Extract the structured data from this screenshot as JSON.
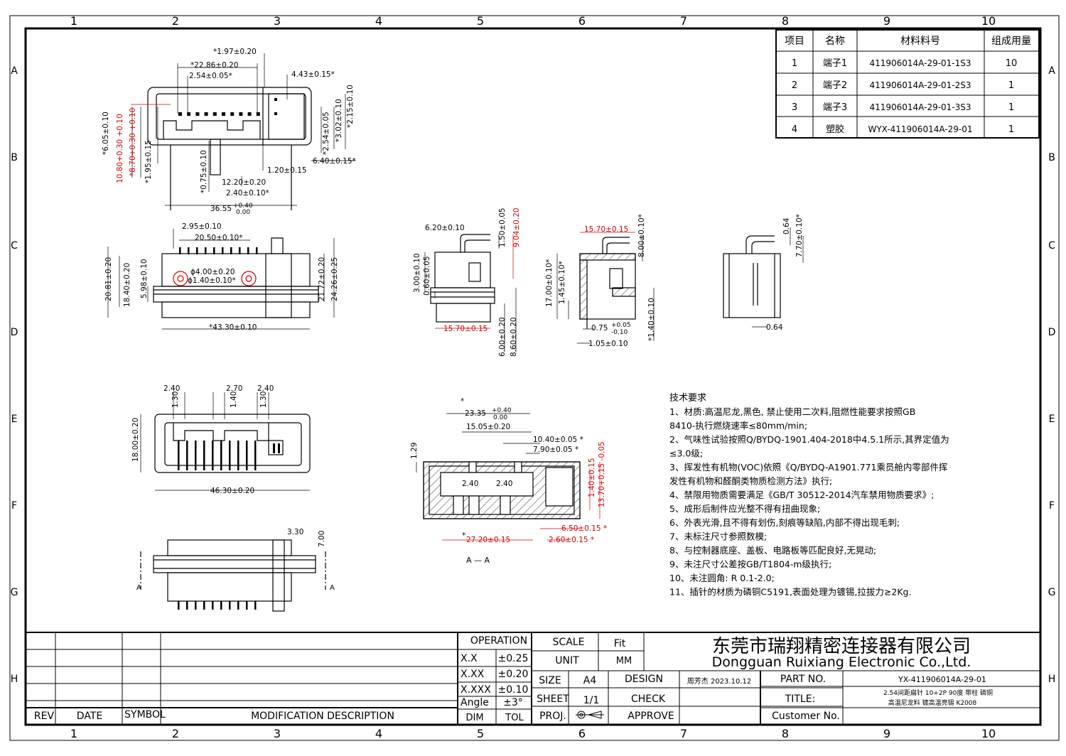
{
  "colors": {
    "line": "#000000",
    "dim_black": "#1a1a1a",
    "dim_red": "#d40000",
    "hatch": "#555555"
  },
  "zones": {
    "cols": [
      "1",
      "2",
      "3",
      "4",
      "5",
      "6",
      "7",
      "8",
      "9",
      "10"
    ],
    "rows": [
      "A",
      "B",
      "C",
      "D",
      "E",
      "F",
      "G",
      "H"
    ]
  },
  "bom": {
    "headers": [
      "项目",
      "名称",
      "材料料号",
      "组成用量"
    ],
    "rows": [
      [
        "1",
        "端子1",
        "411906014A-29-01-1S3",
        "10"
      ],
      [
        "2",
        "端子2",
        "411906014A-29-01-2S3",
        "1"
      ],
      [
        "3",
        "端子3",
        "411906014A-29-01-3S3",
        "1"
      ],
      [
        "4",
        "塑胶",
        "WYX-411906014A-29-01",
        "1"
      ]
    ]
  },
  "views": {
    "top": {
      "dims": [
        "1.97±0.20",
        "22.86±0.20",
        "2.54±0.05",
        "4.43±0.15",
        "6.05±0.10",
        "2.15±0.10",
        "3.02±0.10",
        "2.54±0.05",
        "6.40±0.15",
        "1.95±0.15",
        "0.75±0.10",
        "1.20±0.15",
        "12.20±0.20",
        "2.40±0.10",
        "36.55"
      ],
      "red_dims": [
        "10.80+0.30 +0.10",
        "8.70+0.30 +0.10"
      ],
      "tol_top": "+0.40",
      "tol_bot": "0.00"
    },
    "front": {
      "dims": [
        "2.95±0.10",
        "20.50±0.10",
        "ϕ4.00±0.20",
        "ϕ1.40±0.10",
        "20.81±0.20",
        "18.40±0.20",
        "5.98±0.10",
        "21.72±0.20",
        "24.26±0.25",
        "43.30±0.10"
      ]
    },
    "side1": {
      "dims": [
        "6.20±0.10",
        "1.50±0.05",
        "3.00±0.10",
        "0.60±0.05",
        "6.00±0.20",
        "8.60±0.20"
      ],
      "red_dims": [
        "9.04±0.20",
        "15.70±0.15"
      ]
    },
    "side2": {
      "dims": [
        "8.00±0.10",
        "17.00±0.10",
        "1.45±0.10",
        "0.75",
        "+0.05",
        "-0.10",
        "1.05±0.10",
        "1.40±0.10"
      ],
      "red_dims": [
        "15.70±0.15"
      ]
    },
    "side3": {
      "dims": [
        "0.64",
        "7.70±0.10",
        "0.64"
      ]
    },
    "bottom": {
      "dims": [
        "2.40",
        "2.70",
        "2.40",
        "1.30",
        "1.40",
        "1.30",
        "18.00±0.20",
        "46.30±0.20"
      ]
    },
    "section": {
      "dims": [
        "23.35",
        "+0.40",
        "0.00",
        "15.05±0.20",
        "10.40±0.05",
        "7.90±0.05",
        "1.29",
        "2.40",
        "2.40"
      ],
      "red_dims": [
        "1.40±0.15",
        "13.70+0.15 -0.05",
        "6.50±0.15",
        "2.60±0.15",
        "27.20±0.15"
      ],
      "label": "A — A"
    },
    "lower": {
      "dims": [
        "3.30",
        "7.00"
      ],
      "label_a": "A"
    }
  },
  "tech": {
    "title": "技术要求",
    "lines": [
      "1、材质:高温尼龙,黑色, 禁止使用二次料,阻燃性能要求按照GB",
      "8410-执行燃烧速率≤80mm/min;",
      "2、气味性试验按照Q/BYDQ-1901.404-2018中4.5.1所示,其界定值为",
      "≤3.0级;",
      "3、挥发性有机物(VOC)依照《Q/BYDQ-A1901.771乘员舱内零部件挥",
      "发性有机物和醛酮类物质检测方法》执行;",
      "4、禁限用物质需要满足《GB/T 30512-2014汽车禁用物质要求》;",
      "5、成形后制件应光整不得有扭曲现象;",
      "6、外表光滑,且不得有划伤,刻痕等缺陷,内部不得出现毛刺;",
      "7、未标注尺寸参照数模;",
      "8、与控制器底座、盖板、电路板等匹配良好,无晃动;",
      "9、未注尺寸公差按GB/T1804-m级执行;",
      "10、未注圆角: R 0.1-2.0;",
      "11、插针的材质为磷铜C5191,表面处理为镀锡,拉拔力≥2Kg."
    ]
  },
  "titleblock": {
    "rev": "REV",
    "date": "DATE",
    "symbol": "SYMBOL",
    "mod_desc": "MODIFICATION DESCRIPTION",
    "operation": "OPERATION",
    "tol_rows": [
      [
        "X.X",
        "±0.25"
      ],
      [
        "X.XX",
        "±0.20"
      ],
      [
        "X.XXX",
        "±0.10"
      ],
      [
        "Angle",
        "±3°"
      ]
    ],
    "dim": "DIM",
    "tol": "TOL",
    "scale": "SCALE",
    "scale_val": "Fit",
    "unit": "UNIT",
    "unit_val": "MM",
    "size": "SIZE",
    "size_val": "A4",
    "sheet": "SHEET",
    "sheet_val": "1/1",
    "proj": "PROJ.",
    "design": "DESIGN",
    "design_val": "周芳杰 2023.10.12",
    "check": "CHECK",
    "approve": "APPROVE",
    "company_cn": "东莞市瑞翔精密连接器有限公司",
    "company_en": "Dongguan Ruixiang Electronic Co.,Ltd.",
    "part_no_label": "PART NO.",
    "part_no": "YX-411906014A-29-01",
    "title_label": "TITLE:",
    "title_line1": "2.54间距扁针 10+2P 90度 带柱 磷铜",
    "title_line2": "高温尼龙料 镀高温亮锡 K2008",
    "customer_label": "Customer No."
  }
}
